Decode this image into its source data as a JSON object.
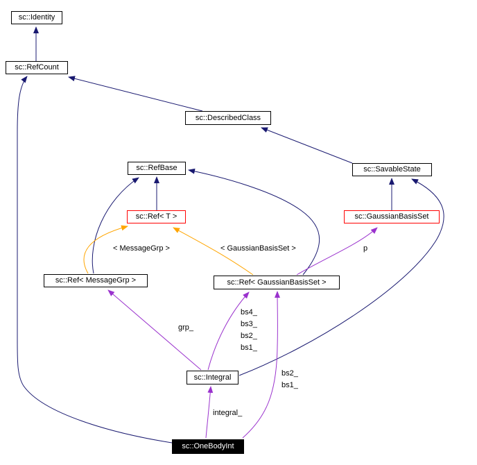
{
  "diagram": {
    "kind": "collaboration-graph",
    "nodes": [
      {
        "id": "identity",
        "label": "sc::Identity",
        "style": "normal"
      },
      {
        "id": "refcount",
        "label": "sc::RefCount",
        "style": "normal"
      },
      {
        "id": "describedclass",
        "label": "sc::DescribedClass",
        "style": "normal"
      },
      {
        "id": "refbase",
        "label": "sc::RefBase",
        "style": "normal"
      },
      {
        "id": "savablestate",
        "label": "sc::SavableState",
        "style": "normal"
      },
      {
        "id": "ref-t",
        "label": "sc::Ref< T >",
        "style": "highlighted-red"
      },
      {
        "id": "gaussianbasisset",
        "label": "sc::GaussianBasisSet",
        "style": "highlighted-red"
      },
      {
        "id": "ref-messagegrp",
        "label": "sc::Ref< MessageGrp >",
        "style": "normal"
      },
      {
        "id": "ref-gaussianbasisset",
        "label": "sc::Ref< GaussianBasisSet >",
        "style": "normal"
      },
      {
        "id": "integral",
        "label": "sc::Integral",
        "style": "normal"
      },
      {
        "id": "onebodyint",
        "label": "sc::OneBodyInt",
        "style": "current-node"
      }
    ],
    "edge_labels": {
      "template_messagegrp": "< MessageGrp >",
      "template_gaussianbasisset": "< GaussianBasisSet >",
      "p": "p",
      "grp": "grp_",
      "bs4": "bs4_",
      "bs3": "bs3_",
      "bs2": "bs2_",
      "bs1": "bs1_",
      "bs2b": "bs2_",
      "bs1b": "bs1_",
      "integral": "integral_"
    },
    "edges": [
      {
        "from": "sc::RefCount",
        "to": "sc::Identity",
        "type": "public-inheritance"
      },
      {
        "from": "sc::DescribedClass",
        "to": "sc::RefCount",
        "type": "public-inheritance"
      },
      {
        "from": "sc::SavableState",
        "to": "sc::DescribedClass",
        "type": "public-inheritance"
      },
      {
        "from": "sc::OneBodyInt",
        "to": "sc::RefCount",
        "type": "public-inheritance"
      },
      {
        "from": "sc::Ref< T >",
        "to": "sc::RefBase",
        "type": "public-inheritance"
      },
      {
        "from": "sc::Ref< MessageGrp >",
        "to": "sc::RefBase",
        "type": "public-inheritance"
      },
      {
        "from": "sc::Ref< GaussianBasisSet >",
        "to": "sc::RefBase",
        "type": "public-inheritance"
      },
      {
        "from": "sc::GaussianBasisSet",
        "to": "sc::SavableState",
        "type": "public-inheritance"
      },
      {
        "from": "sc::Integral",
        "to": "sc::SavableState",
        "type": "public-inheritance"
      },
      {
        "from": "sc::Ref< MessageGrp >",
        "to": "sc::Ref< T >",
        "type": "template-instance",
        "label": "< MessageGrp >"
      },
      {
        "from": "sc::Ref< GaussianBasisSet >",
        "to": "sc::Ref< T >",
        "type": "template-instance",
        "label": "< GaussianBasisSet >"
      },
      {
        "from": "sc::Integral",
        "to": "sc::Ref< MessageGrp >",
        "type": "usage",
        "label": "grp_"
      },
      {
        "from": "sc::Integral",
        "to": "sc::Ref< GaussianBasisSet >",
        "type": "usage",
        "label": "bs4_ bs3_ bs2_ bs1_"
      },
      {
        "from": "sc::OneBodyInt",
        "to": "sc::Ref< GaussianBasisSet >",
        "type": "usage",
        "label": "bs2_ bs1_"
      },
      {
        "from": "sc::OneBodyInt",
        "to": "sc::Integral",
        "type": "usage",
        "label": "integral_"
      },
      {
        "from": "sc::Ref< GaussianBasisSet >",
        "to": "sc::GaussianBasisSet",
        "type": "usage",
        "label": "p"
      }
    ],
    "colors": {
      "inheritance_edge": "#191970",
      "template_edge": "#FFA500",
      "usage_edge": "#9A32CD",
      "highlight_border": "#FF0000",
      "node_border": "#000000",
      "current_node_bg": "#000000",
      "current_node_text": "#FFFFFF",
      "background": "#FFFFFF"
    }
  }
}
